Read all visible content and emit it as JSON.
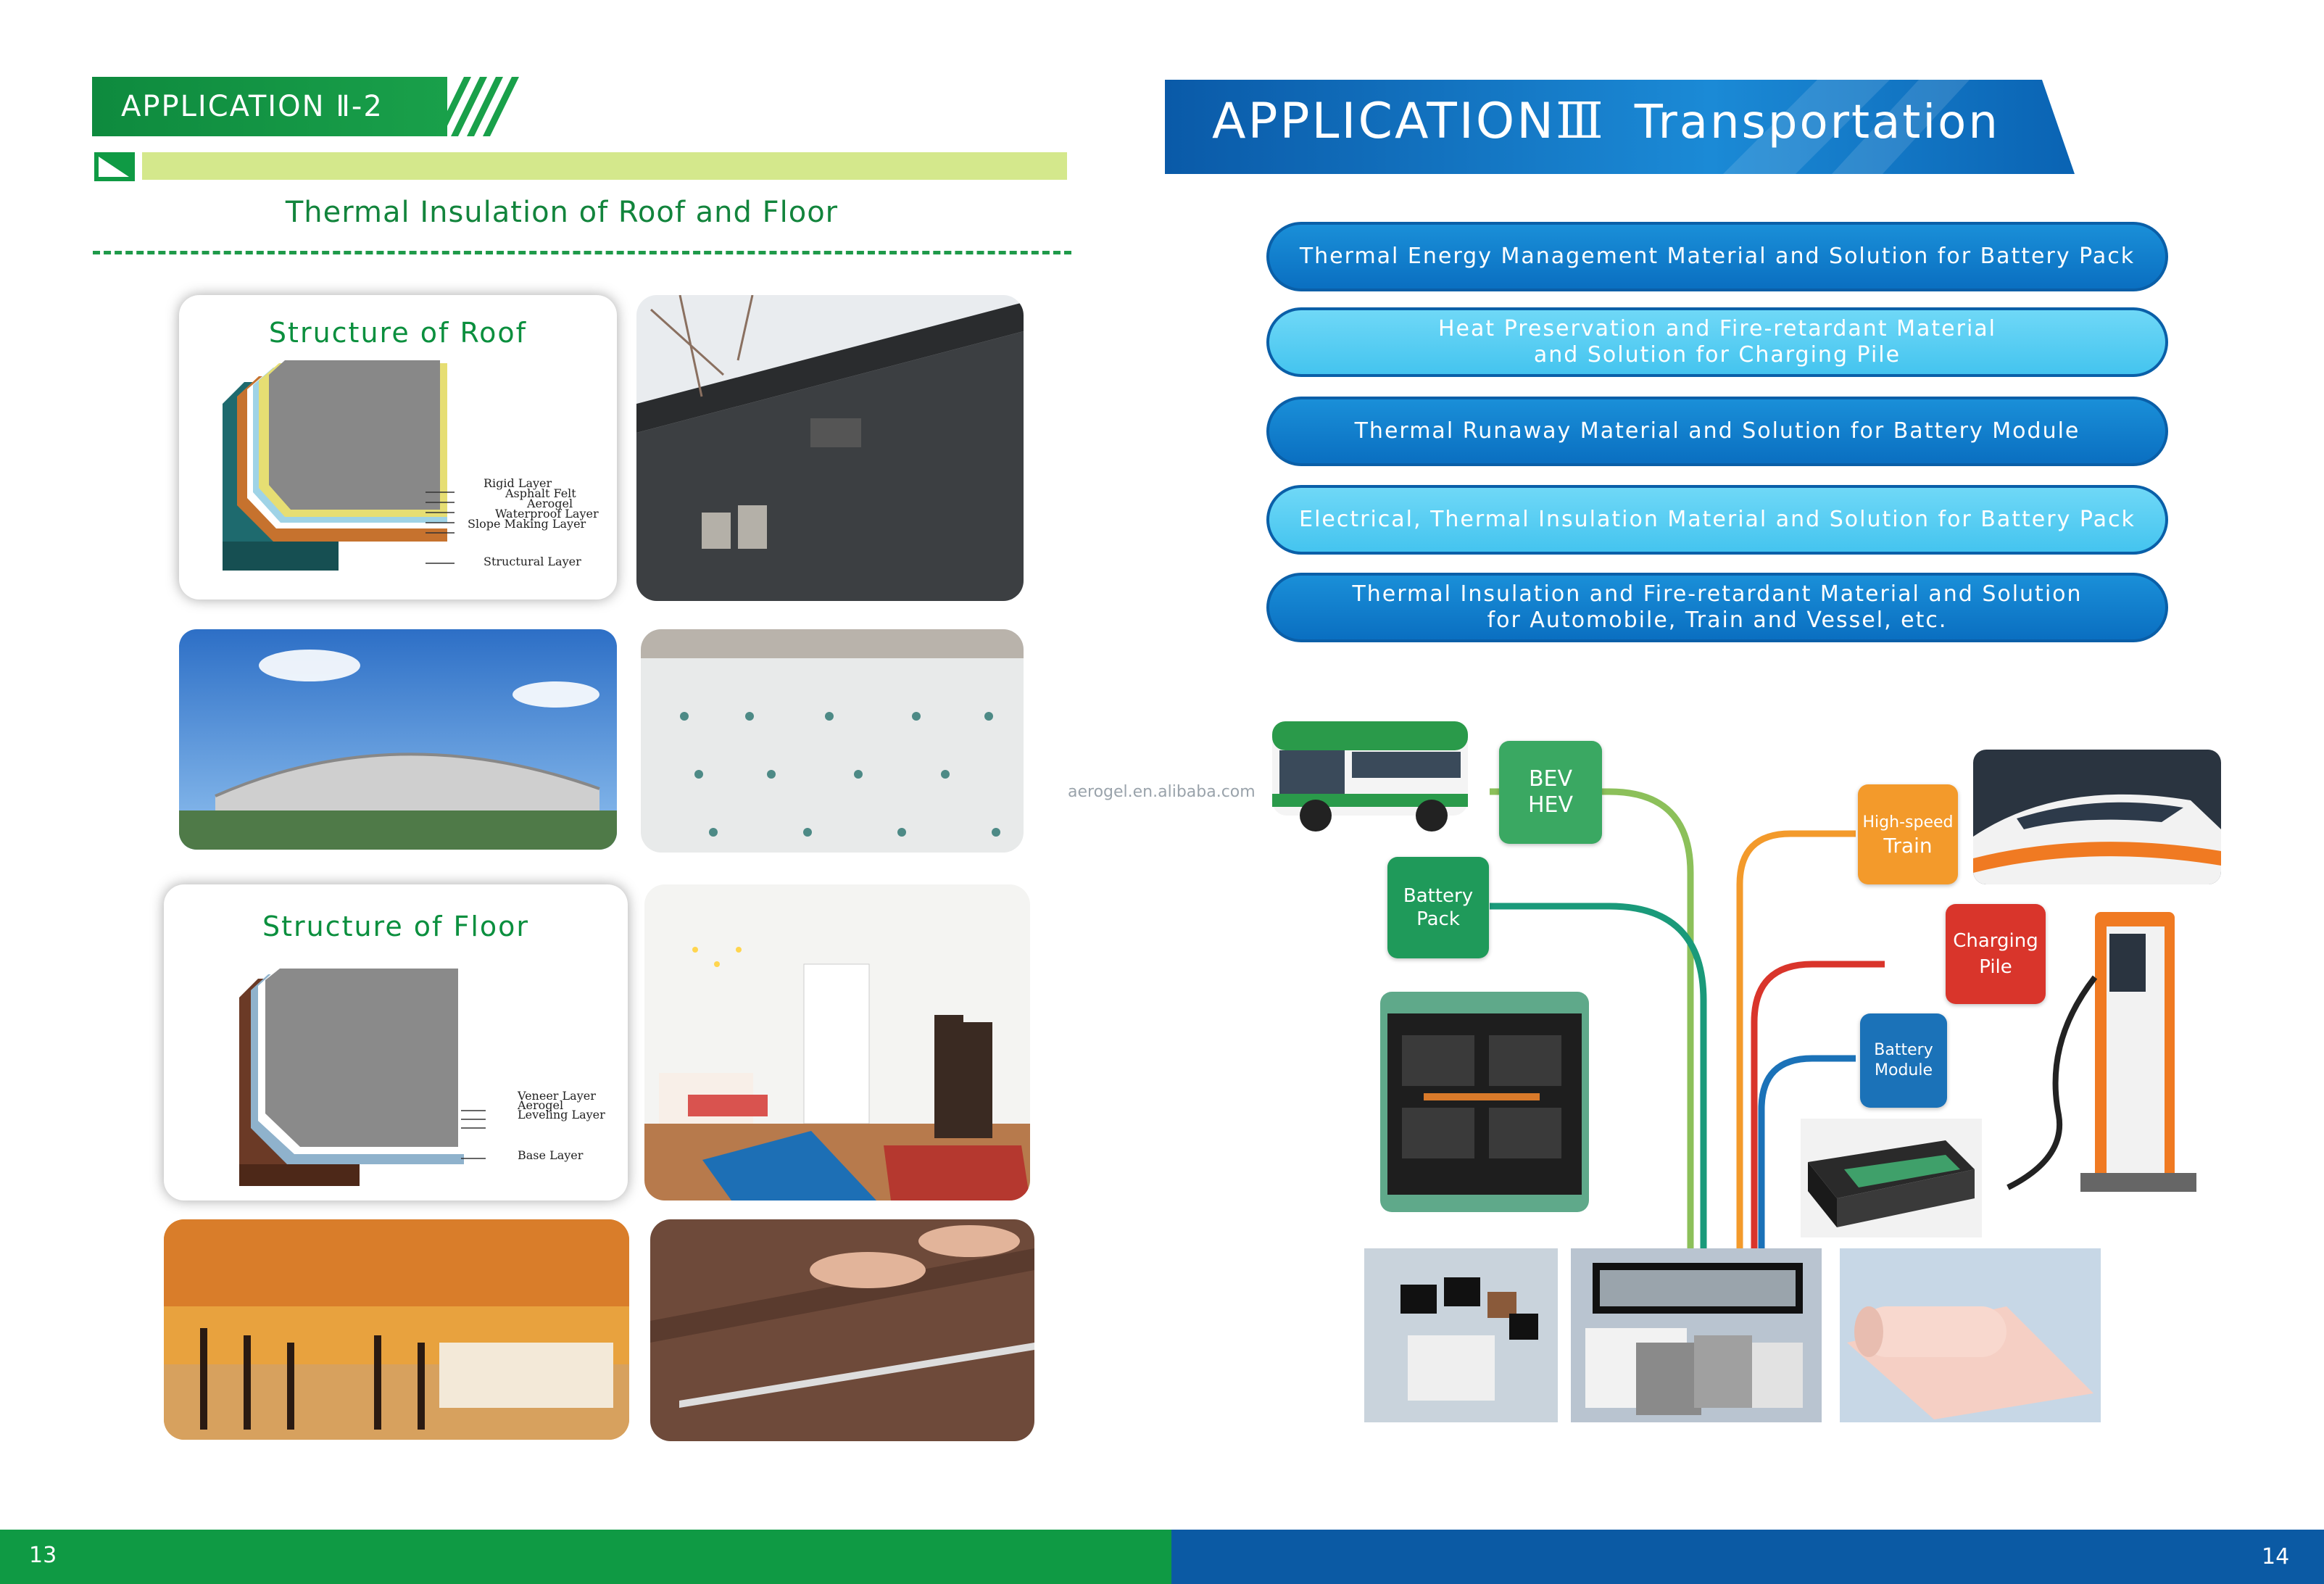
{
  "left_page": {
    "tag": "APPLICATION Ⅱ-2",
    "title": "Thermal Insulation of Roof and Floor",
    "roof": {
      "title": "Structure of Roof",
      "layers": [
        "Rigid Layer",
        "Asphalt Felt",
        "Aerogel",
        "Waterproof Layer",
        "Slope Making Layer",
        "Structural Layer"
      ]
    },
    "floor": {
      "title": "Structure of Floor",
      "layers": [
        "Veneer Layer",
        "Aerogel",
        "Leveling Layer",
        "Base Layer"
      ]
    },
    "page_number": "13"
  },
  "right_page": {
    "banner_main": "APPLICATION",
    "banner_numeral": "Ⅲ",
    "banner_sub": "Transportation",
    "solutions": [
      {
        "lines": [
          "Thermal Energy Management Material and Solution for Battery Pack"
        ],
        "style": "dark"
      },
      {
        "lines": [
          "Heat Preservation and Fire-retardant Material",
          "and Solution for Charging Pile"
        ],
        "style": "light"
      },
      {
        "lines": [
          "Thermal Runaway Material and Solution for Battery Module"
        ],
        "style": "dark"
      },
      {
        "lines": [
          "Electrical, Thermal Insulation Material and Solution for Battery Pack"
        ],
        "style": "light"
      },
      {
        "lines": [
          "Thermal Insulation and Fire-retardant Material and Solution",
          "for Automobile, Train and Vessel, etc."
        ],
        "style": "dark"
      }
    ],
    "watermark": "aerogel.en.alibaba.com",
    "nodes": {
      "bev": [
        "BEV",
        "HEV"
      ],
      "battery_pack": [
        "Battery",
        "Pack"
      ],
      "train": [
        "High-speed",
        "Train"
      ],
      "charging": [
        "Charging",
        "Pile"
      ],
      "module": [
        "Battery",
        "Module"
      ]
    },
    "page_number": "14"
  },
  "colors": {
    "green": "#0f9a44",
    "blue": "#0b5aa4",
    "light_green_bar": "#d4e88c",
    "node_green": "#3aa862",
    "node_orange": "#f39a2b",
    "node_red": "#d9352b",
    "node_blue": "#1b72b8"
  }
}
